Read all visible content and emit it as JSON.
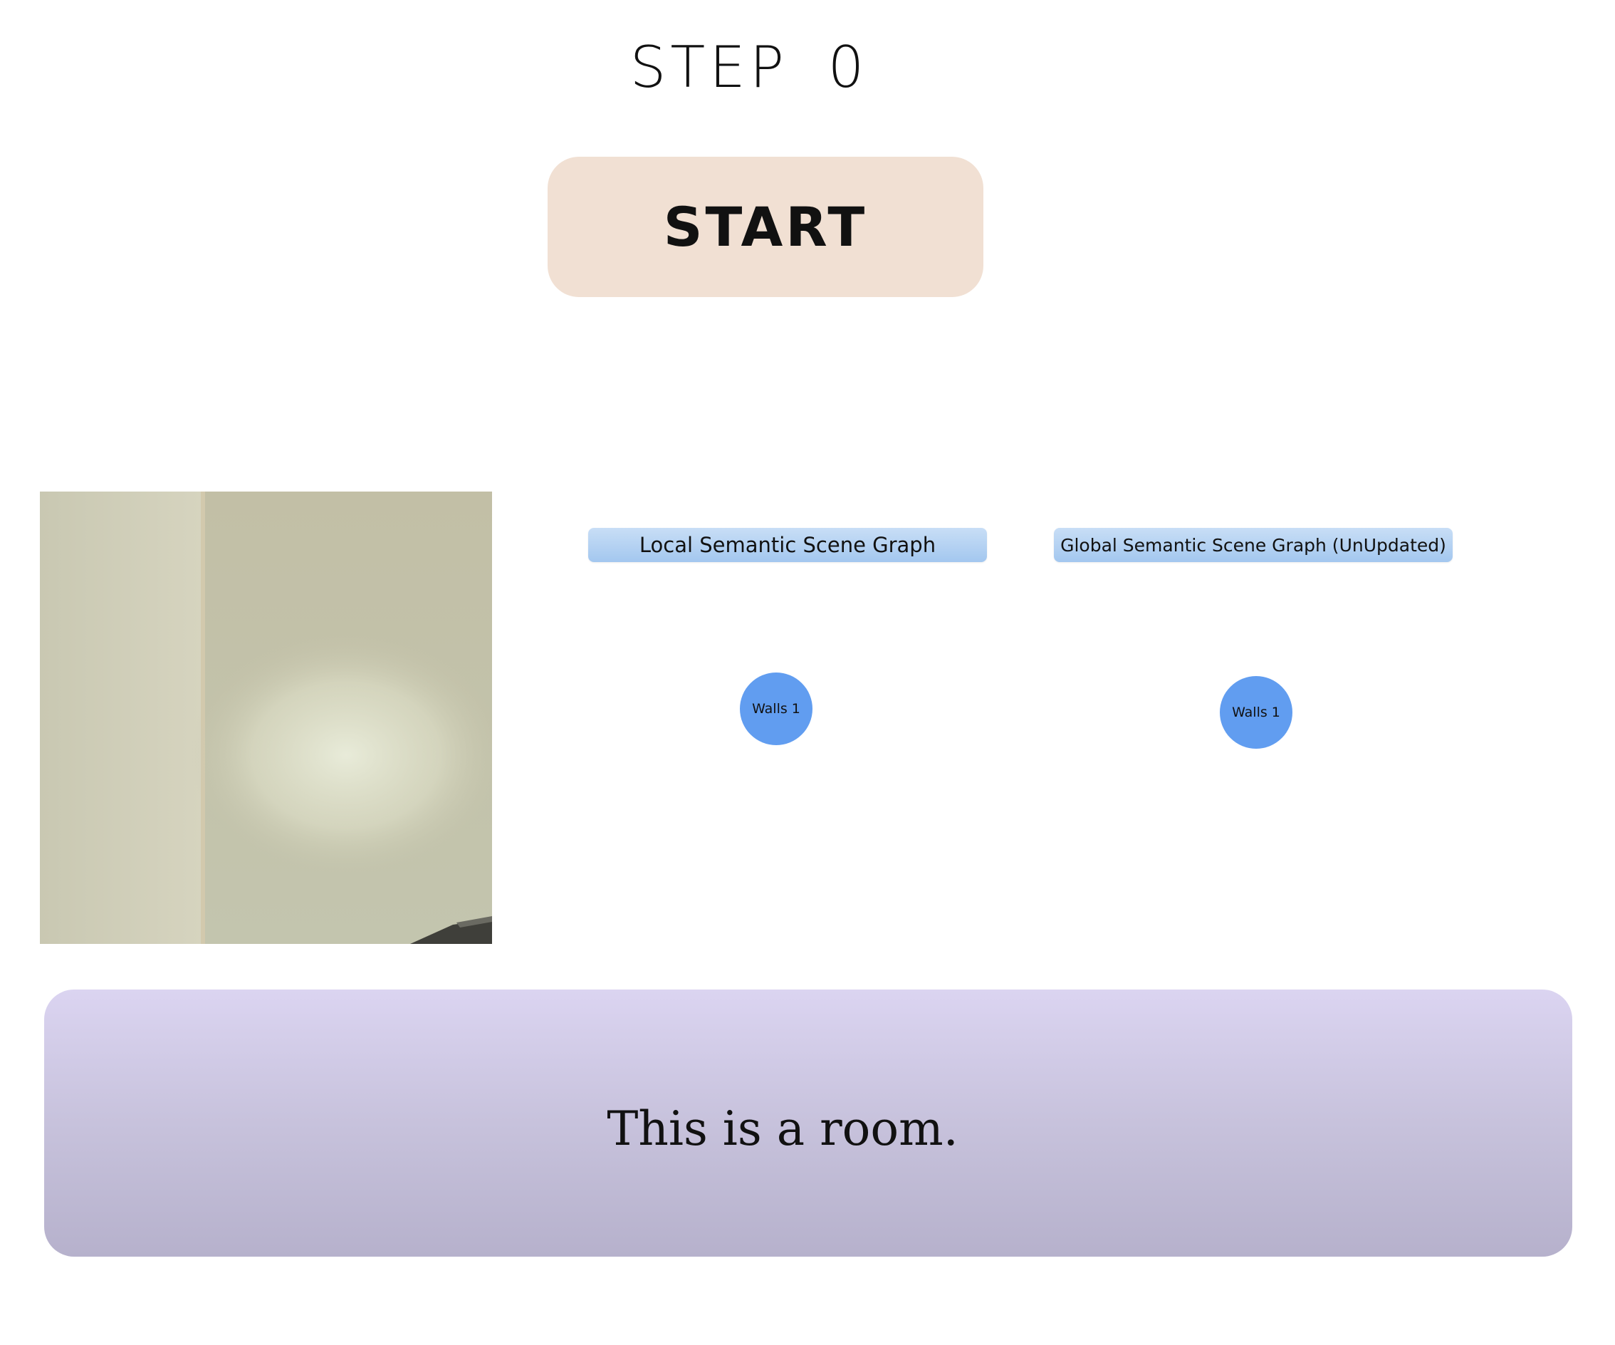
{
  "step": {
    "label": "STEP 0"
  },
  "start_button": {
    "label": "START"
  },
  "local_graph": {
    "title": "Local Semantic Scene Graph",
    "nodes": [
      {
        "label": "Walls 1"
      }
    ]
  },
  "global_graph": {
    "title": "Global Semantic Scene Graph (UnUpdated)",
    "nodes": [
      {
        "label": "Walls 1"
      }
    ]
  },
  "caption": {
    "text": "This is a room."
  },
  "colors": {
    "start_button_bg": "#f1e0d3",
    "header_bg": "#a3c7ef",
    "node_fill": "#619df0",
    "caption_bg": "#c7c2dc"
  }
}
